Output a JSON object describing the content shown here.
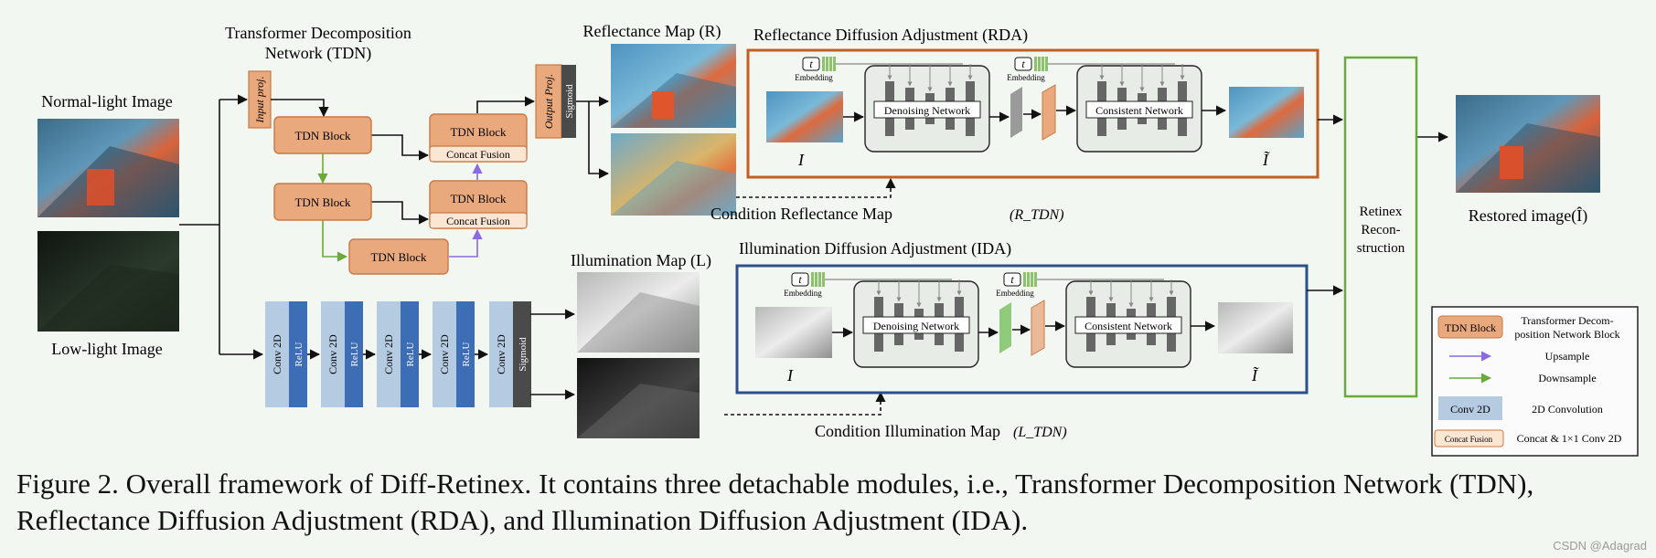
{
  "tdn": {
    "title_line1": "Transformer Decomposition",
    "title_line2": "Network (TDN)",
    "input_proj": "Input proj.",
    "output_proj": "Output Proj.",
    "sigmoid": "Sigmoid",
    "block": "TDN Block",
    "concat": "Concat Fusion"
  },
  "inputs": {
    "normal_light": "Normal-light Image",
    "low_light": "Low-light Image"
  },
  "illum_net": {
    "conv": "Conv 2D",
    "relu": "ReLU",
    "sigmoid": "Sigmoid"
  },
  "maps": {
    "reflectance": "Reflectance Map (R)",
    "illumination": "Illumination Map (L)"
  },
  "rda": {
    "title": "Reflectance Diffusion Adjustment (RDA)",
    "condition": "Condition Reflectance Map",
    "condition_sym": "(R_TDN)"
  },
  "ida": {
    "title": "Illumination Diffusion Adjustment (IDA)",
    "condition": "Condition Illumination Map",
    "condition_sym": "(L_TDN)"
  },
  "common": {
    "t": "t",
    "embedding": "Embedding",
    "denoising": "Denoising Network",
    "consistent": "Consistent Network"
  },
  "retinex": [
    "Retinex",
    "Recon-",
    "struction"
  ],
  "restored": "Restored image(Î)",
  "legend": {
    "tdn_block": "TDN Block",
    "tdn_desc1": "Transformer Decom-",
    "tdn_desc2": "position Network Block",
    "upsample": "Upsample",
    "downsample": "Downsample",
    "conv": "Conv 2D",
    "conv_desc": "2D Convolution",
    "concat": "Concat Fusion",
    "concat_desc": "Concat & 1×1 Conv 2D"
  },
  "caption": {
    "line1": "Figure 2. Overall framework of Diff-Retinex.  It contains three detachable modules, i.e., Transformer Decomposition Network (TDN),",
    "line2": "Reflectance Diffusion Adjustment (RDA), and Illumination Diffusion Adjustment (IDA)."
  },
  "watermark": "CSDN @Adagrad",
  "colors": {
    "tdn_fill": "#e9a97c",
    "tdn_stroke": "#c77a45",
    "concat_fill": "#fbe5d3",
    "rda_border": "#c45f1f",
    "ida_border": "#2d4f8a",
    "retinex_border": "#6aaa3a",
    "conv_fill": "#b4cbe1",
    "relu_fill": "#3d6db5",
    "sigmoid_fill": "#4a4a4a",
    "upsample": "#8a6ae0",
    "downsample": "#6aaa3a"
  }
}
